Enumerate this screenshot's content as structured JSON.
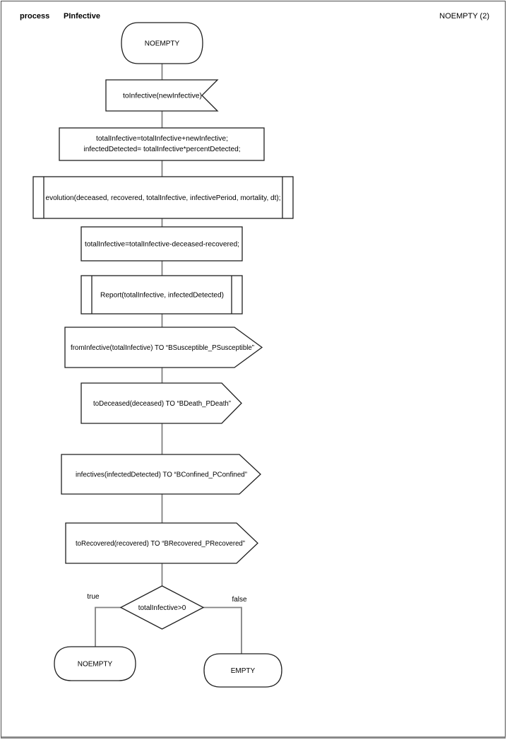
{
  "header": {
    "kind_label": "process",
    "process_name": "PInfective",
    "page_label": "NOEMPTY (2)"
  },
  "colors": {
    "shape_stroke": "#1f1f1f",
    "connector": "#828282",
    "page_border": "#4d4d4d",
    "background": "#ffffff"
  },
  "diagram": {
    "start_state": "NOEMPTY",
    "receive_signal": "toInfective(newInfective)",
    "task1_line1": "totalInfective=totalInfective+newInfective;",
    "task1_line2": "infectedDetected= totalInfective*percentDetected;",
    "procedure_evolution": "evolution(deceased, recovered, totalInfective, infectivePeriod, mortality, dt);",
    "task2": "totalInfective=totalInfective-deceased-recovered;",
    "procedure_report": "Report(totalInfective, infectedDetected)",
    "send_signal_1": "fromInfective(totalInfective) TO “BSusceptible_PSusceptible”",
    "send_signal_2": "toDeceased(deceased) TO “BDeath_PDeath”",
    "send_signal_3": "infectives(infectedDetected) TO “BConfined_PConfined”",
    "send_signal_4": "toRecovered(recovered) TO “BRecovered_PRecovered”",
    "decision": "totalInfective>0",
    "branch_true_label": "true",
    "branch_false_label": "false",
    "next_state_true": "NOEMPTY",
    "next_state_false": "EMPTY"
  }
}
